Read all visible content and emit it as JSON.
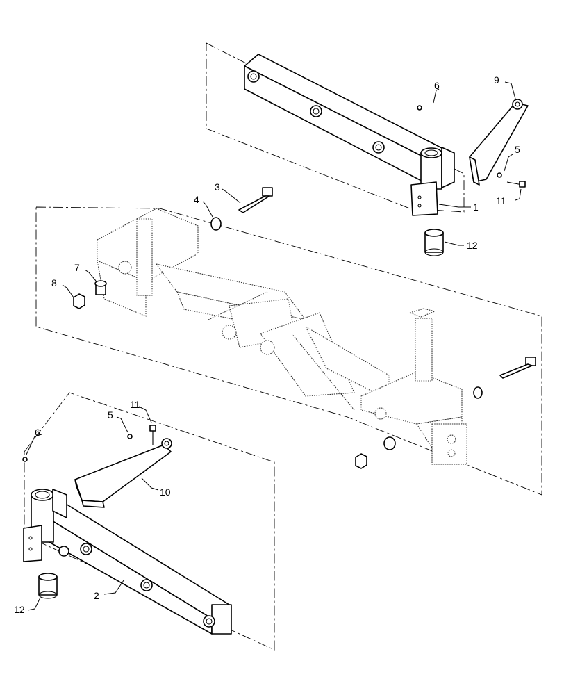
{
  "callouts": {
    "c1": "1",
    "c2": "2",
    "c3": "3",
    "c4": "4",
    "c5a": "5",
    "c5b": "5",
    "c6a": "6",
    "c6b": "6",
    "c7": "7",
    "c8": "8",
    "c9": "9",
    "c10": "10",
    "c11a": "11",
    "c11b": "11",
    "c12a": "12",
    "c12b": "12"
  },
  "colors": {
    "line": "#000000",
    "background": "#ffffff"
  }
}
